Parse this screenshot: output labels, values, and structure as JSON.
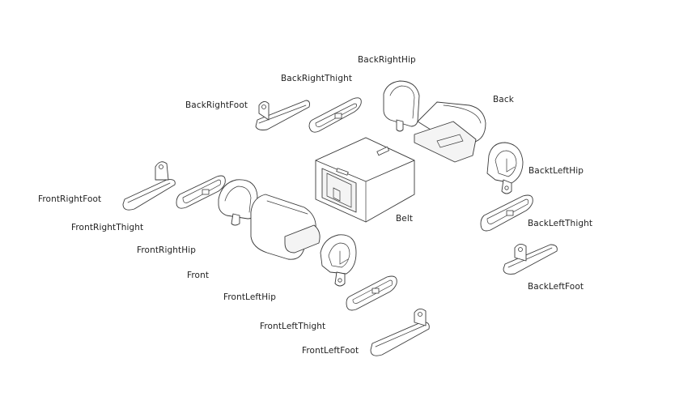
{
  "labels": {
    "back_right_hip": "BackRightHip",
    "back_right_thight": "BackRightThight",
    "back_right_foot": "BackRightFoot",
    "back": "Back",
    "back_left_hip": "BacktLeftHip",
    "front_right_foot": "FrontRightFoot",
    "belt": "Belt",
    "back_left_thight": "BackLeftThight",
    "front_right_thight": "FrontRightThight",
    "front_right_hip": "FrontRightHip",
    "back_left_foot": "BackLeftFoot",
    "front": "Front",
    "front_left_hip": "FrontLeftHip",
    "front_left_thight": "FrontLeftThight",
    "front_left_foot": "FrontLeftFoot"
  }
}
